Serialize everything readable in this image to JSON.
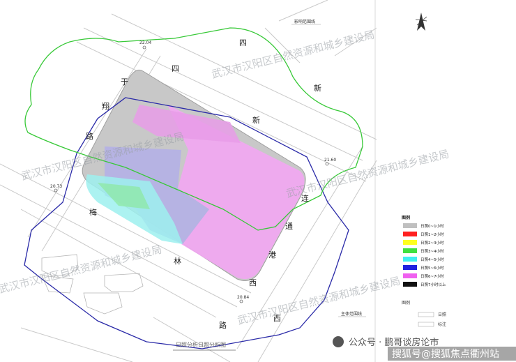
{
  "map": {
    "north_label": "",
    "roads": {
      "sixin_1": "四",
      "sixin_2": "四",
      "sixin_3": "新",
      "sixin_4": "新",
      "yu_1": "于",
      "yu_2": "翔",
      "yu_3": "路",
      "mei_1": "梅",
      "mei_2": "林",
      "lian_1": "连",
      "lian_2": "通",
      "lian_3": "港",
      "xi_1": "西",
      "xi_2": "路"
    },
    "boundary_labels": {
      "top": "影响范围线",
      "bottom": "主体范围线"
    },
    "points": {
      "p1": "22.04",
      "p2": "21.60",
      "p3": "20.73",
      "p4": "20.84"
    },
    "watermark": "武汉市汉阳区自然资源和城乡建设局",
    "footer_title": "日照分析日照分析图",
    "source_line1": "公众号 · 鹏哥谈房论市",
    "source_line2": "搜狐号@搜狐焦点衢州站",
    "legend": {
      "title": "图例",
      "items": [
        {
          "label": "日照0~1小时",
          "color": "#c0c0c0"
        },
        {
          "label": "日照1~2小时",
          "color": "#ff2020"
        },
        {
          "label": "日照2~3小时",
          "color": "#ffff20"
        },
        {
          "label": "日照3~4小时",
          "color": "#40e040"
        },
        {
          "label": "日照4~5小时",
          "color": "#40f0f0"
        },
        {
          "label": "日照5~6小时",
          "color": "#2020e0"
        },
        {
          "label": "日照6~7小时",
          "color": "#f060f0"
        },
        {
          "label": "日照7小时以上",
          "color": "#111111"
        }
      ],
      "extra_labels": [
        "图例",
        "日照",
        "标注"
      ]
    }
  }
}
